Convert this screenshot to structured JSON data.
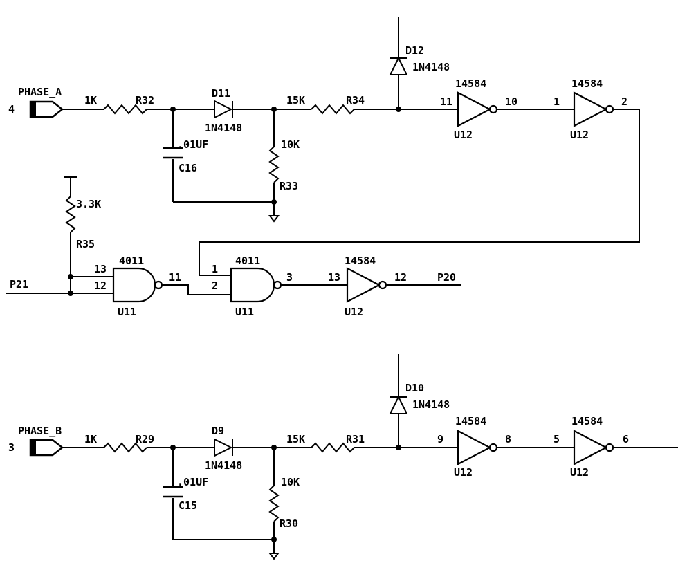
{
  "ports": {
    "phase_a": {
      "name": "PHASE_A",
      "pin": "4"
    },
    "phase_b": {
      "name": "PHASE_B",
      "pin": "3"
    }
  },
  "phase_a_channel": {
    "r32": {
      "value": "1K",
      "ref": "R32"
    },
    "d11": {
      "ref": "D11",
      "part": "1N4148"
    },
    "c16": {
      "value": ".01UF",
      "ref": "C16"
    },
    "r33": {
      "value": "10K",
      "ref": "R33"
    },
    "r34": {
      "value": "15K",
      "ref": "R34"
    },
    "d12": {
      "ref": "D12",
      "part": "1N4148"
    },
    "inv1": {
      "part": "14584",
      "ref": "U12",
      "pin_in": "11",
      "pin_out": "10"
    },
    "inv2": {
      "part": "14584",
      "ref": "U12",
      "pin_in": "1",
      "pin_out": "2"
    }
  },
  "logic": {
    "r35": {
      "value": "3.3K",
      "ref": "R35"
    },
    "input_net": "P21",
    "nand1": {
      "part": "4011",
      "ref": "U11",
      "pin_a": "13",
      "pin_b": "12",
      "pin_out": "11"
    },
    "nand2": {
      "part": "4011",
      "ref": "U11",
      "pin_a": "1",
      "pin_b": "2",
      "pin_out": "3"
    },
    "inv3": {
      "part": "14584",
      "ref": "U12",
      "pin_in": "13",
      "pin_out": "12"
    },
    "output_net": "P20"
  },
  "phase_b_channel": {
    "r29": {
      "value": "1K",
      "ref": "R29"
    },
    "d9": {
      "ref": "D9",
      "part": "1N4148"
    },
    "c15": {
      "value": ".01UF",
      "ref": "C15"
    },
    "r30": {
      "value": "10K",
      "ref": "R30"
    },
    "r31": {
      "value": "15K",
      "ref": "R31"
    },
    "d10": {
      "ref": "D10",
      "part": "1N4148"
    },
    "inv1": {
      "part": "14584",
      "ref": "U12",
      "pin_in": "9",
      "pin_out": "8"
    },
    "inv2": {
      "part": "14584",
      "ref": "U12",
      "pin_in": "5",
      "pin_out": "6"
    }
  }
}
